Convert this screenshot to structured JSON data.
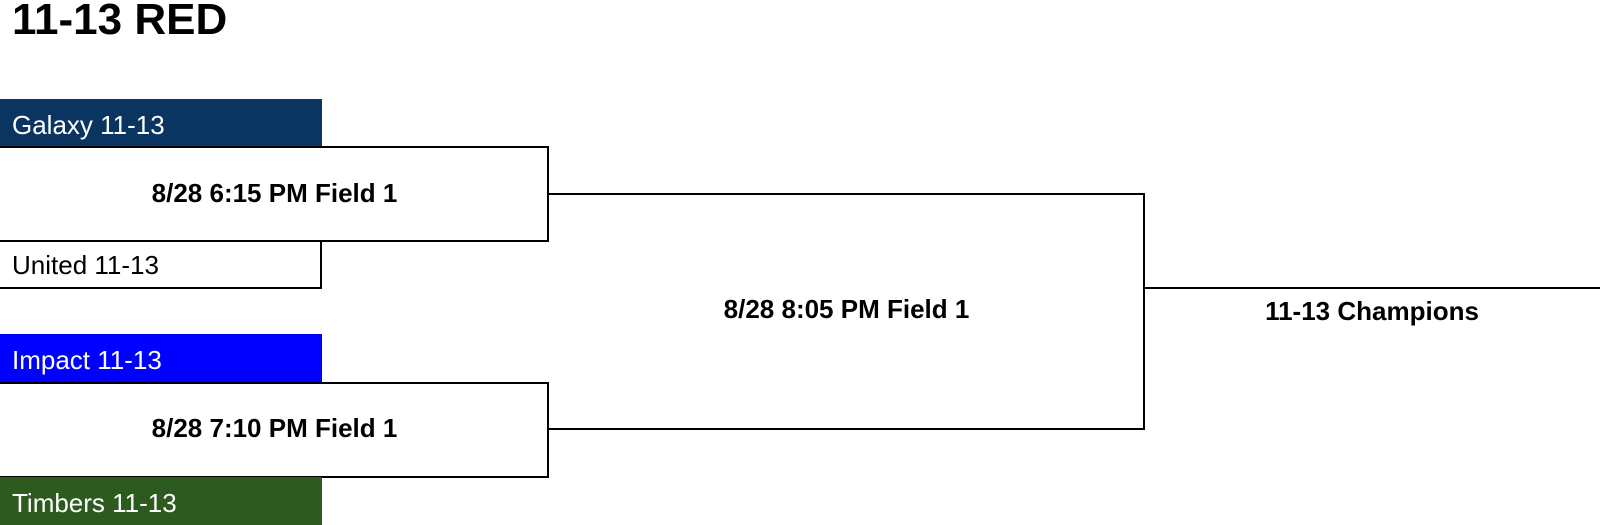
{
  "title": "11-13 RED",
  "colors": {
    "galaxy": "#0a3560",
    "impact": "#0000ff",
    "timbers": "#2d5a1f"
  },
  "teams": [
    {
      "name": "Galaxy 11-13"
    },
    {
      "name": "United 11-13"
    },
    {
      "name": "Impact 11-13"
    },
    {
      "name": "Timbers 11-13"
    }
  ],
  "matches": [
    {
      "label": "8/28 6:15 PM Field 1"
    },
    {
      "label": "8/28 7:10 PM Field 1"
    }
  ],
  "semifinal": {
    "label": "8/28 8:05 PM Field 1"
  },
  "final": {
    "label": "11-13 Champions"
  }
}
